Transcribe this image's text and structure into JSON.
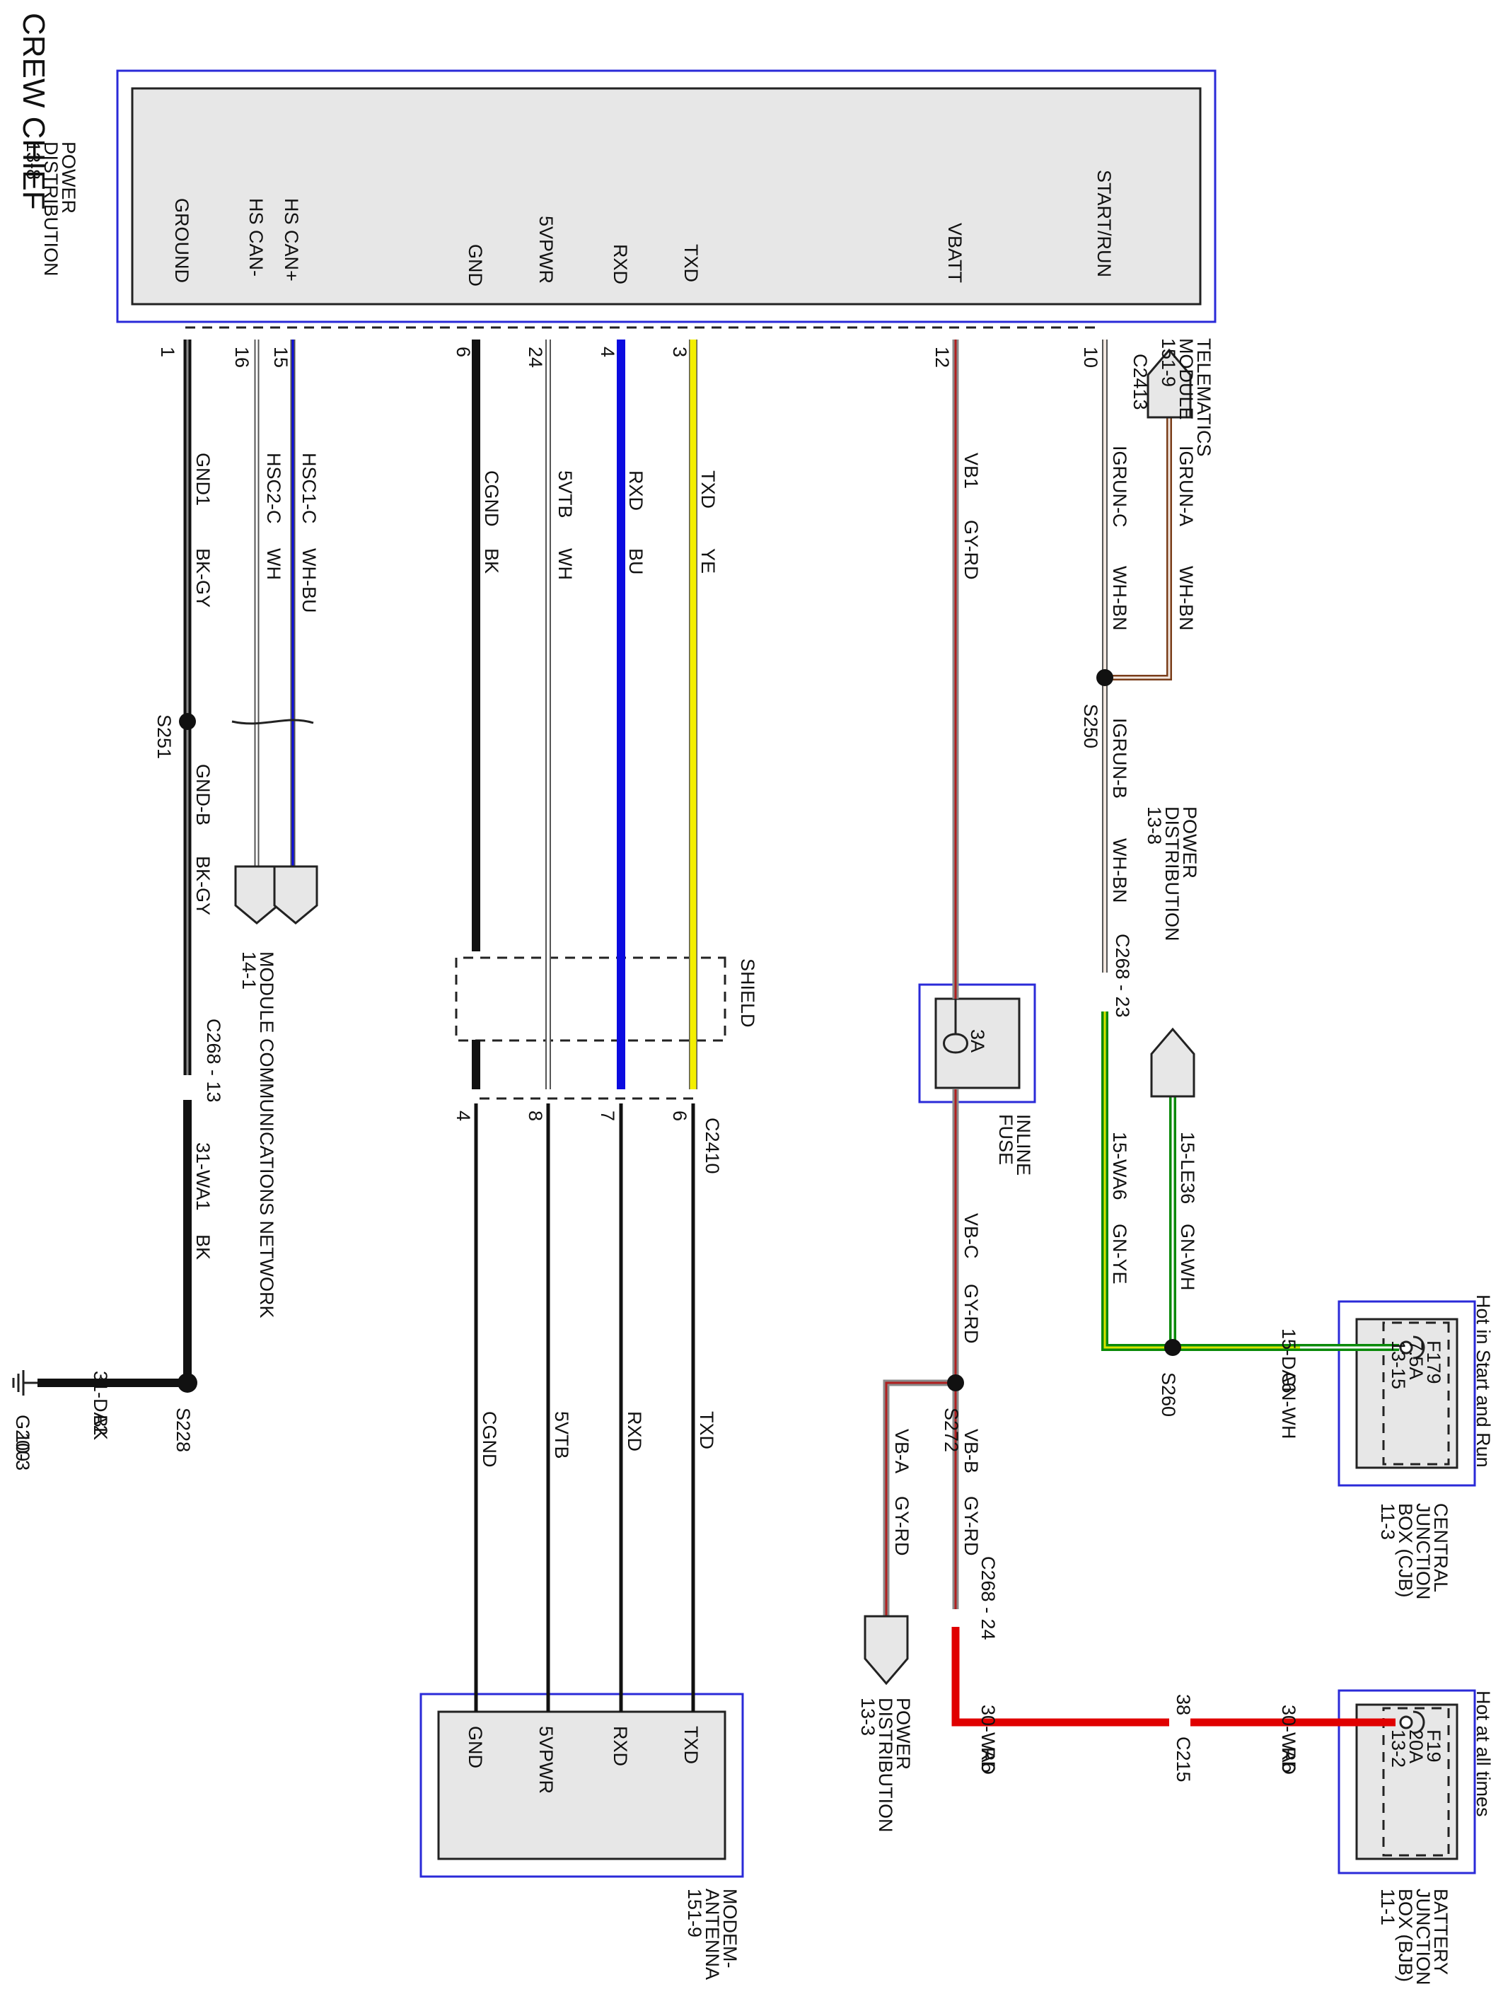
{
  "title": "CREW CHIEF",
  "colors": {
    "frame": "#2a2ad8",
    "black": "#111111",
    "blue": "#0b0be0",
    "yellow": "#f4ef00",
    "white_wire": "#ffffff",
    "wire_outline": "#555555",
    "gray": "#8a8a8a",
    "red": "#e00000",
    "brown": "#7a3d1a",
    "green": "#0a8a0a",
    "module_fill": "#e7e7e7"
  },
  "telematics": {
    "name_lines": [
      "TELEMATICS",
      "MODULE",
      "151-9"
    ],
    "connector": "C2413",
    "power_ref_lines": [
      "POWER",
      "DISTRIBUTION",
      "13-8"
    ],
    "pins": [
      {
        "name": "GROUND",
        "num": "1"
      },
      {
        "name": "HS CAN-",
        "num": "16"
      },
      {
        "name": "HS CAN+",
        "num": "15"
      },
      {
        "name": "GND",
        "num": "6"
      },
      {
        "name": "5VPWR",
        "num": "24"
      },
      {
        "name": "RXD",
        "num": "4"
      },
      {
        "name": "TXD",
        "num": "3"
      },
      {
        "name": "VBATT",
        "num": "12"
      },
      {
        "name": "START/RUN",
        "num": "10"
      }
    ]
  },
  "wires": {
    "gnd1": {
      "circuit": "GND1",
      "color": "BK-GY"
    },
    "hsc2": {
      "circuit": "HSC2-C",
      "color": "WH"
    },
    "hsc1": {
      "circuit": "HSC1-C",
      "color": "WH-BU"
    },
    "cgnd": {
      "circuit": "CGND",
      "color": "BK"
    },
    "5vtb": {
      "circuit": "5VTB",
      "color": "WH"
    },
    "rxd": {
      "circuit": "RXD",
      "color": "BU"
    },
    "txd": {
      "circuit": "TXD",
      "color": "YE"
    },
    "vb1": {
      "circuit": "VB1",
      "color": "GY-RD"
    },
    "igrun_c": {
      "circuit": "IGRUN-C",
      "color": "WH-BN"
    },
    "igrun_a": {
      "circuit": "IGRUN-A",
      "color": "WH-BN"
    },
    "igrun_b": {
      "circuit": "IGRUN-B",
      "color": "WH-BN"
    },
    "gnd_b": {
      "circuit": "GND-B",
      "color": "BK-GY"
    },
    "wa1": {
      "circuit": "31-WA1",
      "color": "BK"
    },
    "da2": {
      "circuit": "31-DA2",
      "color": "BK"
    },
    "vbc": {
      "circuit": "VB-C",
      "color": "GY-RD"
    },
    "vbb": {
      "circuit": "VB-B",
      "color": "GY-RD"
    },
    "vba": {
      "circuit": "VB-A",
      "color": "GY-RD"
    },
    "wa6_a": {
      "circuit": "15-WA6",
      "color": "GN-YE"
    },
    "le36": {
      "circuit": "15-LE36",
      "color": "GN-WH"
    },
    "da6": {
      "circuit": "15-DA6",
      "color": "GN-WH"
    },
    "wa6_b": {
      "circuit": "30-WA6",
      "color": "RD"
    },
    "wa6_c": {
      "circuit": "30-WA6",
      "color": "RD"
    }
  },
  "splices": {
    "s251": "S251",
    "s228": "S228",
    "s250": "S250",
    "s260": "S260",
    "s272": "S272"
  },
  "connectors": {
    "c268_13": "C268 - 13",
    "c268_23": "C268 - 23",
    "c268_24": "C268 - 24",
    "c2410": "C2410",
    "c215": "C215",
    "c215_pin": "38",
    "c2410_pins": [
      "4",
      "8",
      "7",
      "6"
    ]
  },
  "shield": "SHIELD",
  "ground": {
    "name": "G200",
    "ref": "10-3"
  },
  "mcn_lines": [
    "MODULE COMMUNICATIONS NETWORK",
    "14-1"
  ],
  "power_dist_mid_lines": [
    "POWER",
    "DISTRIBUTION",
    "13-8"
  ],
  "power_dist_bottom_lines": [
    "POWER",
    "DISTRIBUTION",
    "13-3"
  ],
  "inline_fuse": {
    "rating": "3A",
    "label_lines": [
      "INLINE",
      "FUSE"
    ]
  },
  "cjb": {
    "hot_text": "Hot in Start and Run",
    "fuse_lines": [
      "F179",
      "7.5A",
      "13-15"
    ],
    "name_lines": [
      "CENTRAL",
      "JUNCTION",
      "BOX (CJB)",
      "11-3"
    ]
  },
  "bjb": {
    "hot_text": "Hot at all times",
    "fuse_lines": [
      "F19",
      "20A",
      "13-2"
    ],
    "name_lines": [
      "BATTERY",
      "JUNCTION",
      "BOX (BJB)",
      "11-1"
    ]
  },
  "modem": {
    "pins": [
      "GND",
      "5VPWR",
      "RXD",
      "TXD"
    ],
    "name_lines": [
      "MODEM-",
      "ANTENNA",
      "151-9"
    ]
  },
  "bottom_labels": [
    "CGND",
    "5VTB",
    "RXD",
    "TXD"
  ]
}
